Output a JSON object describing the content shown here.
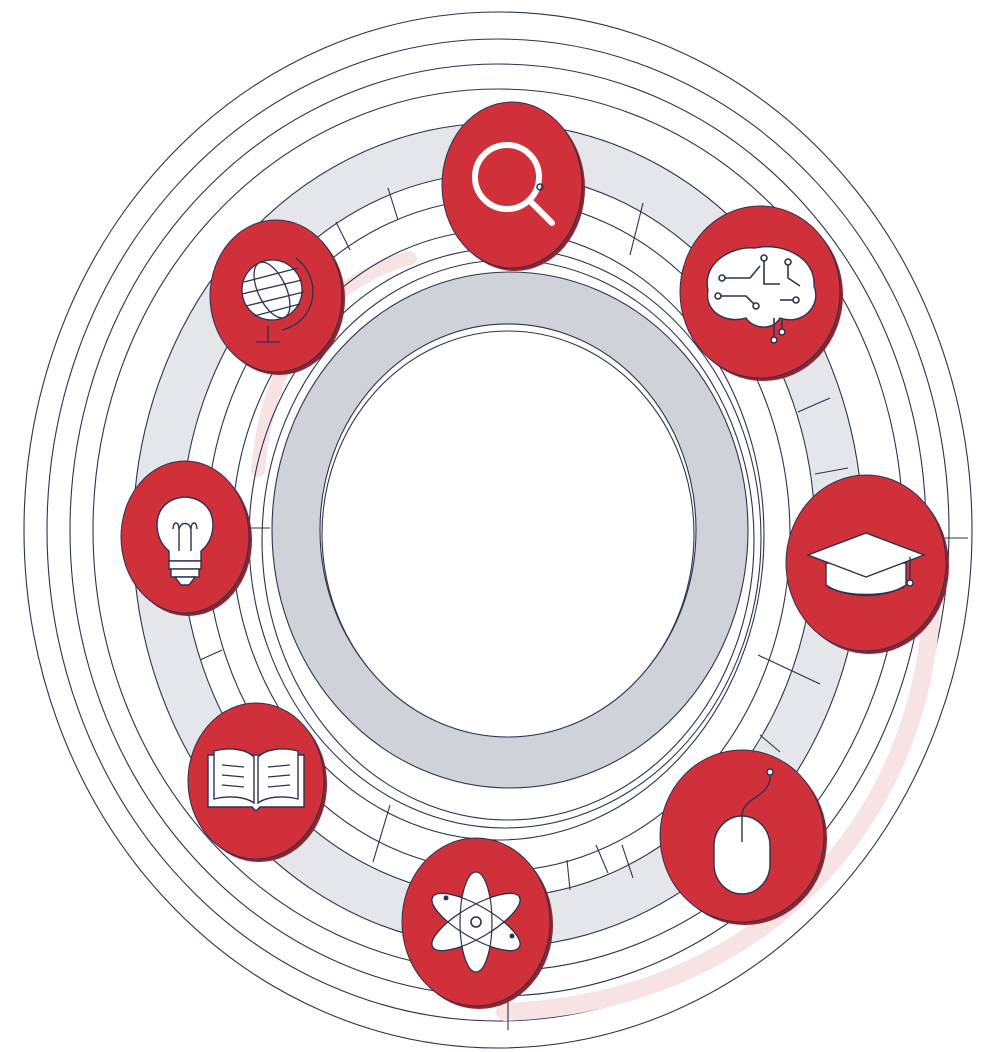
{
  "colors": {
    "accent": "#d0303a",
    "accent_shadow": "#8e2430",
    "line": "#2b3350",
    "ring_fill": "#e4e6ea",
    "inner_ring": "#cfd2d8",
    "highlight": "#f7e3e4",
    "icon_white": "#ffffff"
  },
  "icons": [
    {
      "id": "search",
      "name": "magnifier-icon"
    },
    {
      "id": "brain",
      "name": "circuit-brain-icon"
    },
    {
      "id": "graduation",
      "name": "graduation-cap-icon"
    },
    {
      "id": "mouse",
      "name": "computer-mouse-icon"
    },
    {
      "id": "atom",
      "name": "atom-icon"
    },
    {
      "id": "book",
      "name": "open-book-icon"
    },
    {
      "id": "bulb",
      "name": "lightbulb-icon"
    },
    {
      "id": "globe",
      "name": "globe-icon"
    }
  ]
}
